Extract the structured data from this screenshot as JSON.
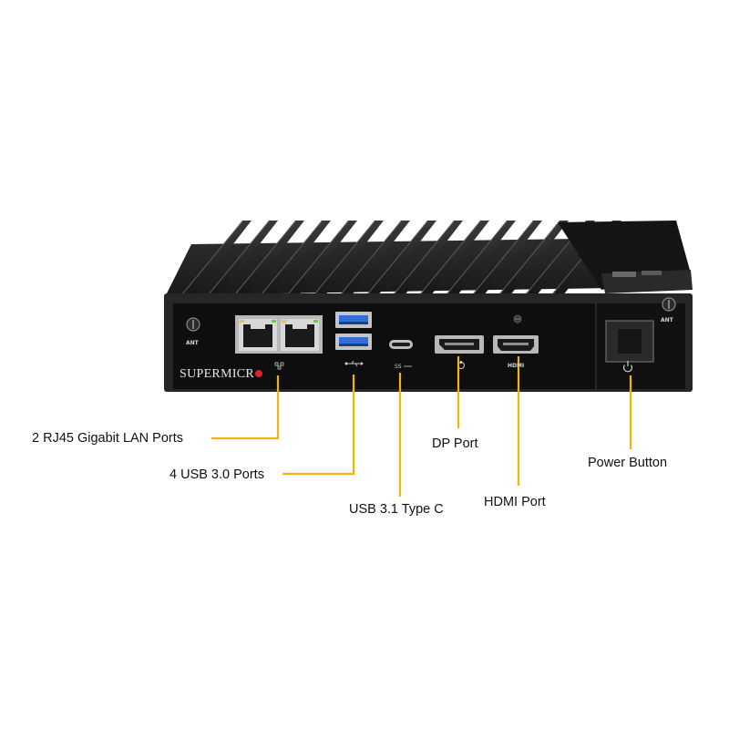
{
  "device": {
    "brand": "SUPERMICR",
    "antenna_label": "ANT",
    "hdmi_mark": "HDMI"
  },
  "callouts": [
    {
      "id": "lan",
      "label": "2 RJ45 Gigabit LAN Ports"
    },
    {
      "id": "usb3",
      "label": "4 USB 3.0 Ports"
    },
    {
      "id": "usbc",
      "label": "USB 3.1 Type C"
    },
    {
      "id": "dp",
      "label": "DP Port"
    },
    {
      "id": "hdmi",
      "label": "HDMI Port"
    },
    {
      "id": "power",
      "label": "Power Button"
    }
  ],
  "colors": {
    "leader_line": "#f2b40a",
    "chassis": "#1c1c1c",
    "front_panel": "#0e0e0e",
    "usb3_blue": "#2f6fd6",
    "brand_dot": "#d8262e"
  },
  "icons": [
    "network-icon",
    "usb-icon",
    "displayport-icon",
    "power-icon",
    "screw-icon"
  ]
}
